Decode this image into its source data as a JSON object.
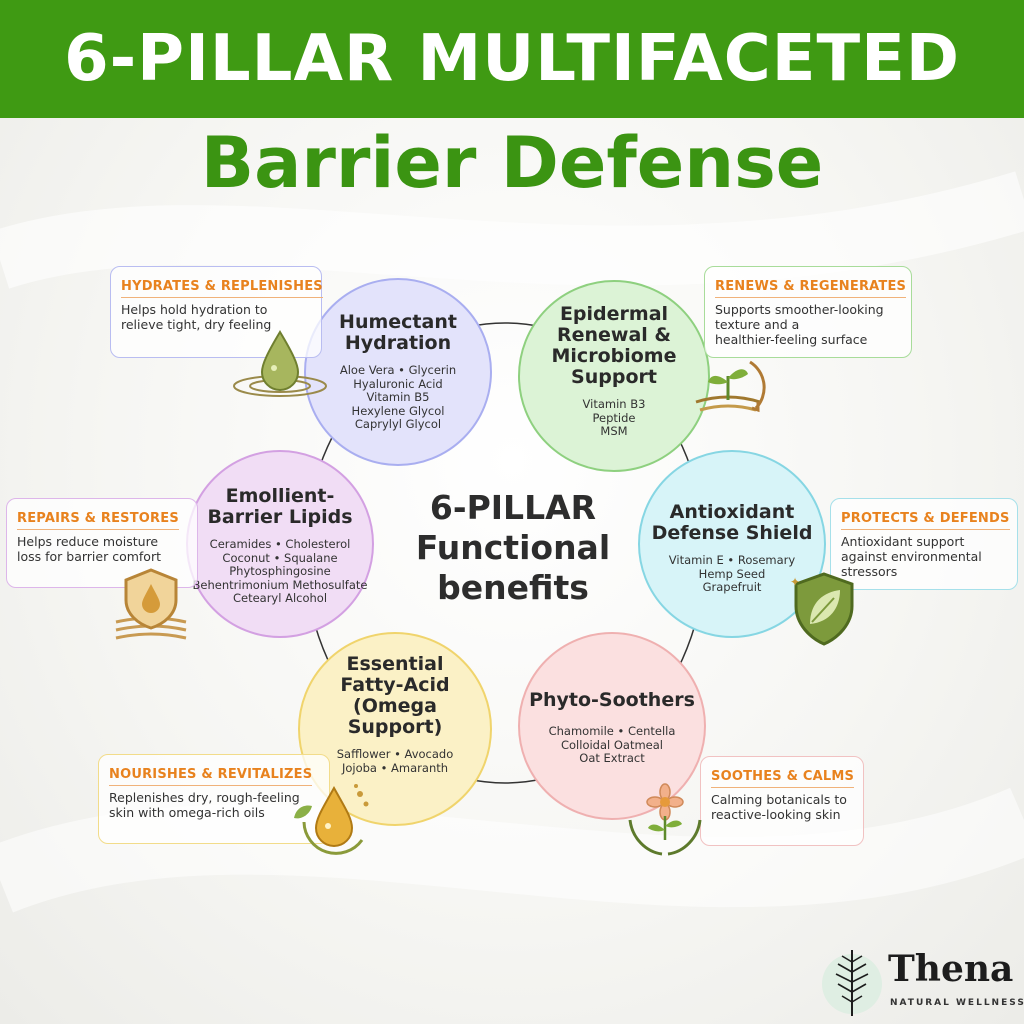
{
  "header": {
    "title": "6-PILLAR MULTIFACETED",
    "subtitle": "Barrier Defense"
  },
  "center": {
    "line1": "6-PILLAR",
    "line2": "Functional",
    "line3": "benefits"
  },
  "colors": {
    "banner": "#3f9a13",
    "subtitle": "#3b9412",
    "accent_orange": "#e8821e"
  },
  "pillars": [
    {
      "title": [
        "Humectant",
        "Hydration"
      ],
      "ingredients": [
        "Aloe Vera • Glycerin",
        "Hyaluronic Acid",
        "Vitamin B5",
        "Hexylene Glycol",
        "Caprylyl Glycol"
      ],
      "fill": "#e3e3fb",
      "border": "#a9aef0"
    },
    {
      "title": [
        "Epidermal",
        "Renewal &",
        "Microbiome",
        "Support"
      ],
      "ingredients": [
        "Vitamin B3",
        "Peptide",
        "MSM"
      ],
      "fill": "#dcf3d6",
      "border": "#8ed07f"
    },
    {
      "title": [
        "Emollient-",
        "Barrier Lipids"
      ],
      "ingredients": [
        "Ceramides • Cholesterol",
        "Coconut • Squalane",
        "Phytosphingosine",
        "Behentrimonium Methosulfate",
        "Cetearyl Alcohol"
      ],
      "fill": "#f1ddf5",
      "border": "#d3a0e2"
    },
    {
      "title": [
        "Antioxidant",
        "Defense Shield"
      ],
      "ingredients": [
        "Vitamin E • Rosemary",
        "Hemp Seed",
        "Grapefruit"
      ],
      "fill": "#d7f4f8",
      "border": "#86d6e3"
    },
    {
      "title": [
        "Essential",
        "Fatty-Acid",
        "(Omega",
        "Support)"
      ],
      "ingredients": [
        "Safflower • Avocado",
        "Jojoba • Amaranth"
      ],
      "fill": "#fbf1c6",
      "border": "#f0d46c"
    },
    {
      "title": [
        "Phyto-Soothers"
      ],
      "ingredients": [
        "Chamomile • Centella",
        "Colloidal Oatmeal",
        "Oat Extract"
      ],
      "fill": "#fbe0e0",
      "border": "#efb0b0"
    }
  ],
  "cards": [
    {
      "heading": "HYDRATES & REPLENISHES",
      "body": [
        "Helps hold hydration to",
        "relieve tight, dry feeling"
      ],
      "border": "#b9bdf1"
    },
    {
      "heading": "RENEWS & REGENERATES",
      "body": [
        "Supports smoother-looking",
        "texture and a",
        "healthier-feeling surface"
      ],
      "border": "#a8dc9a"
    },
    {
      "heading": "REPAIRS & RESTORES",
      "body": [
        "Helps reduce moisture",
        "loss for barrier comfort"
      ],
      "border": "#ddb6ea"
    },
    {
      "heading": "PROTECTS & DEFENDS",
      "body": [
        "Antioxidant support",
        "against environmental",
        "stressors"
      ],
      "border": "#a6e0ea"
    },
    {
      "heading": "NOURISHES & REVITALIZES",
      "body": [
        "Replenishes dry, rough-feeling",
        "skin with omega-rich oils"
      ],
      "border": "#f2dc8a"
    },
    {
      "heading": "SOOTHES & CALMS",
      "body": [
        "Calming botanicals to",
        "reactive-looking skin"
      ],
      "border": "#f1c2c2"
    }
  ],
  "brand": {
    "name": "Thena",
    "tagline": "NATURAL WELLNESS"
  },
  "icons": [
    "water-drop-icon",
    "sprout-renewal-icon",
    "shield-drop-icon",
    "leaf-shield-icon",
    "oil-drop-cycle-icon",
    "flower-hands-icon",
    "fern-leaf-logo-icon"
  ]
}
